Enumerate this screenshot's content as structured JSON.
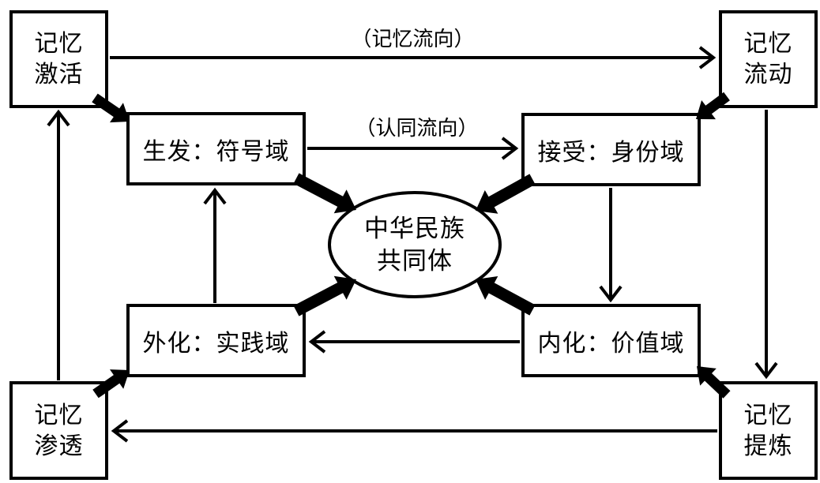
{
  "diagram": {
    "nodes": {
      "memory_activation": {
        "line1": "记忆",
        "line2": "激活"
      },
      "memory_flow": {
        "line1": "记忆",
        "line2": "流动"
      },
      "memory_penetration": {
        "line1": "记忆",
        "line2": "渗透"
      },
      "memory_refinement": {
        "line1": "记忆",
        "line2": "提炼"
      },
      "symbol_domain": {
        "label": "生发：符号域"
      },
      "identity_domain": {
        "label": "接受：身份域"
      },
      "practice_domain": {
        "label": "外化：实践域"
      },
      "value_domain": {
        "label": "内化：价值域"
      },
      "center": {
        "line1": "中华民族",
        "line2": "共同体"
      }
    },
    "arrow_labels": {
      "memory_flow_direction": "（记忆流向）",
      "identity_flow_direction": "（认同流向）"
    },
    "edges": [
      {
        "from": "memory_activation",
        "to": "memory_flow",
        "style": "thin",
        "label": "（记忆流向）"
      },
      {
        "from": "symbol_domain",
        "to": "identity_domain",
        "style": "thin",
        "label": "（认同流向）"
      },
      {
        "from": "identity_domain",
        "to": "value_domain",
        "style": "thin"
      },
      {
        "from": "value_domain",
        "to": "practice_domain",
        "style": "thin"
      },
      {
        "from": "practice_domain",
        "to": "symbol_domain",
        "style": "thin"
      },
      {
        "from": "memory_penetration",
        "to": "memory_activation",
        "style": "thin"
      },
      {
        "from": "memory_flow",
        "to": "memory_refinement",
        "style": "thin"
      },
      {
        "from": "memory_refinement",
        "to": "memory_penetration",
        "style": "thin"
      },
      {
        "from": "memory_activation",
        "to": "symbol_domain",
        "style": "thick"
      },
      {
        "from": "memory_flow",
        "to": "identity_domain",
        "style": "thick"
      },
      {
        "from": "memory_penetration",
        "to": "practice_domain",
        "style": "thick"
      },
      {
        "from": "memory_refinement",
        "to": "value_domain",
        "style": "thick"
      },
      {
        "from": "symbol_domain",
        "to": "center",
        "style": "thick"
      },
      {
        "from": "identity_domain",
        "to": "center",
        "style": "thick"
      },
      {
        "from": "practice_domain",
        "to": "center",
        "style": "thick"
      },
      {
        "from": "value_domain",
        "to": "center",
        "style": "thick"
      }
    ],
    "colors": {
      "line": "#000000",
      "background": "#ffffff"
    }
  }
}
